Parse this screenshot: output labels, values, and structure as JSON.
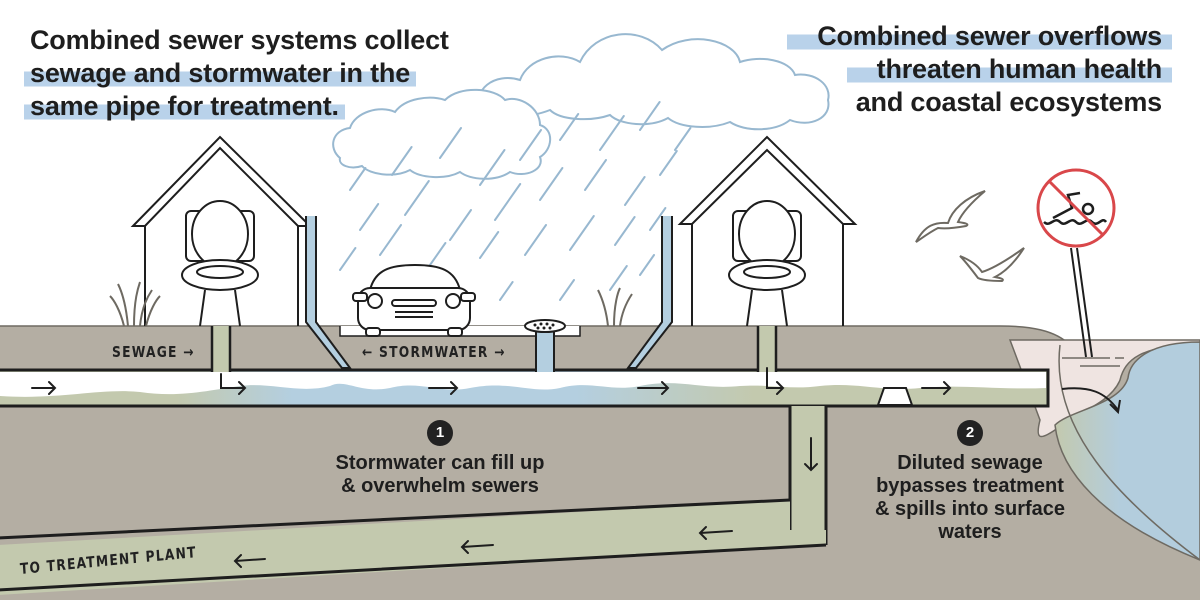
{
  "headlines": {
    "left": [
      "Combined sewer systems collect",
      "sewage and stormwater in the",
      "same pipe for treatment."
    ],
    "right": [
      "Combined sewer overflows",
      "threaten human health",
      "and coastal ecosystems"
    ]
  },
  "pipe_labels": {
    "sewage": "SEWAGE →",
    "stormwater": "← STORMWATER →",
    "treatment": "TO TREATMENT PLANT"
  },
  "callouts": [
    {
      "number": "1",
      "lines": [
        "Stormwater can fill up",
        "& overwhelm sewers"
      ]
    },
    {
      "number": "2",
      "lines": [
        "Diluted sewage",
        "bypasses treatment",
        "& spills into surface",
        "waters"
      ]
    }
  ],
  "icons": {
    "house": "house-icon",
    "toilet": "toilet-icon",
    "car": "car-icon",
    "storm_drain": "storm-drain-icon",
    "cloud": "cloud-icon",
    "rain": "rain-icon",
    "gull": "seagull-icon",
    "no_swimming_sign": "no-swimming-sign-icon",
    "grass": "grass-icon",
    "arrow": "flow-arrow-icon"
  },
  "colors": {
    "ground": "#b4aea3",
    "ground_dark": "#a9a398",
    "sewage": "#c3c9ae",
    "stormwater": "#b4cfe0",
    "water_body": "#b3cddd",
    "beach": "#efe4e1",
    "highlight": "#b9d2ea",
    "sign_red": "#d9474a",
    "cloud_stroke": "#98b8d0",
    "outline": "#1e1e1e"
  }
}
